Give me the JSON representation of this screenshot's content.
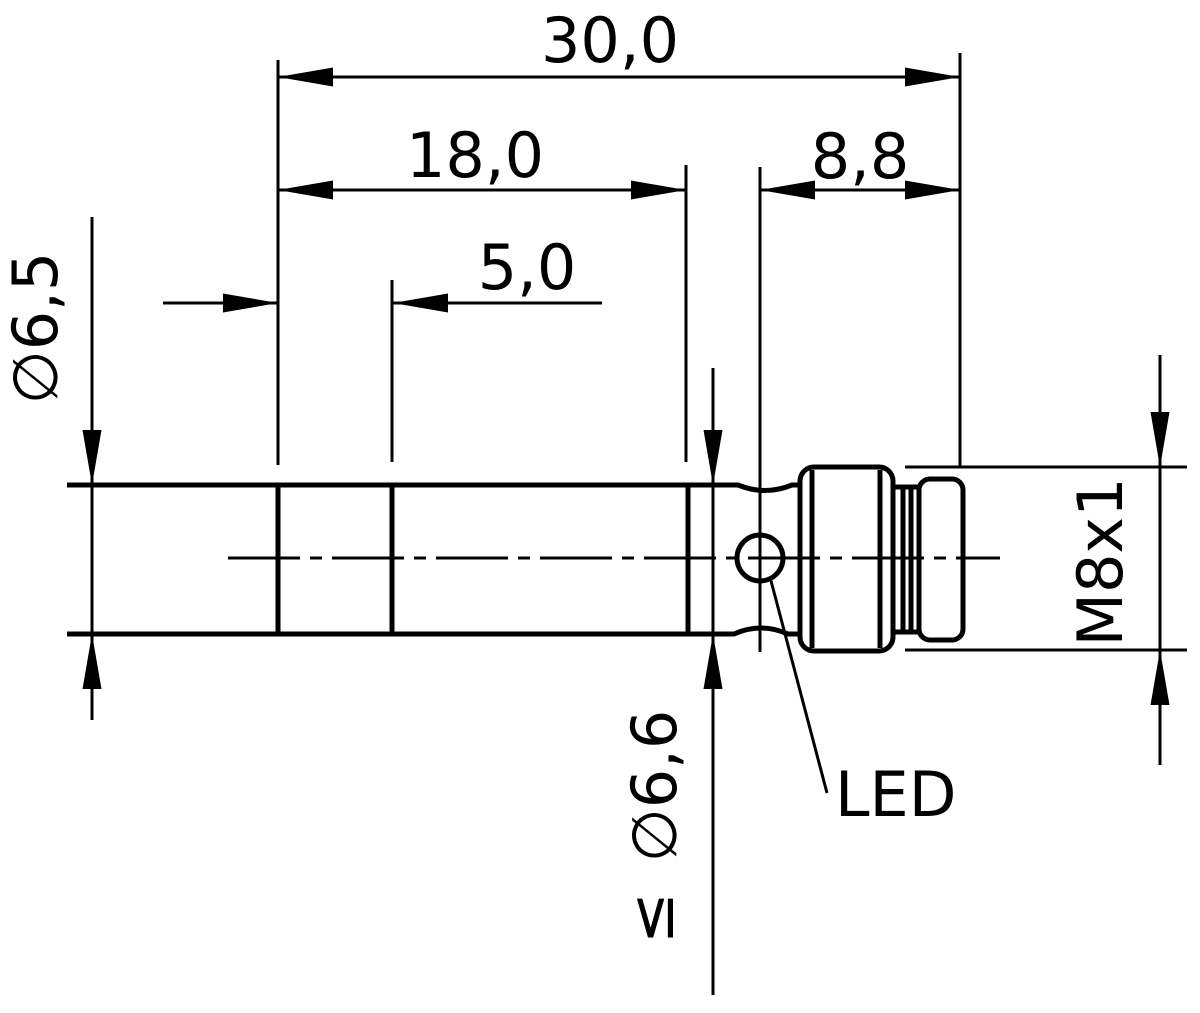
{
  "page": {
    "background_color": "#ffffff",
    "line_color": "#000000",
    "kind": "technical dimension drawing of cylindrical M8 inductive sensor, side view"
  },
  "dimensions": {
    "overall_length": "30,0",
    "body_length": "18,0",
    "front_section_length": "5,0",
    "connector_length": "8,8",
    "body_diameter": "∅6,5",
    "collar_diameter": "∅6,6",
    "collar_diameter_qualifier": "≤",
    "thread_size": "M8x1"
  },
  "annotations": {
    "led_label": "LED"
  }
}
